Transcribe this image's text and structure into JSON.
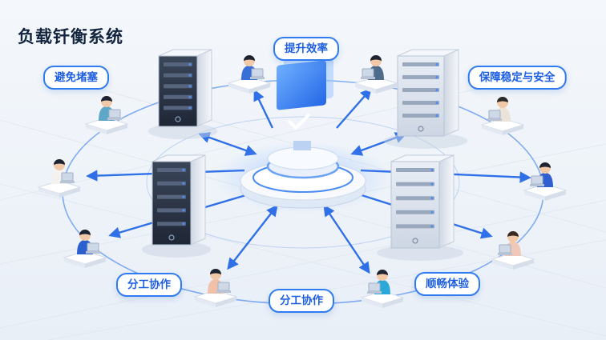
{
  "title": "负载钎衡系统",
  "labels": {
    "top_center": "提升效率",
    "top_left": "避免堵塞",
    "top_right": "保障稳定与安全",
    "bottom_left": "分工协作",
    "bottom_center": "分工协作",
    "bottom_right": "顺畅体验"
  },
  "icons": {
    "center": "monitor-check-icon",
    "servers": "server-rack-icon",
    "users": "user-laptop-icon"
  },
  "colors": {
    "accent": "#2f7bf0",
    "ring": "#4f8df0",
    "server_dark": "#2a3446",
    "server_light": "#e7ecf4"
  }
}
